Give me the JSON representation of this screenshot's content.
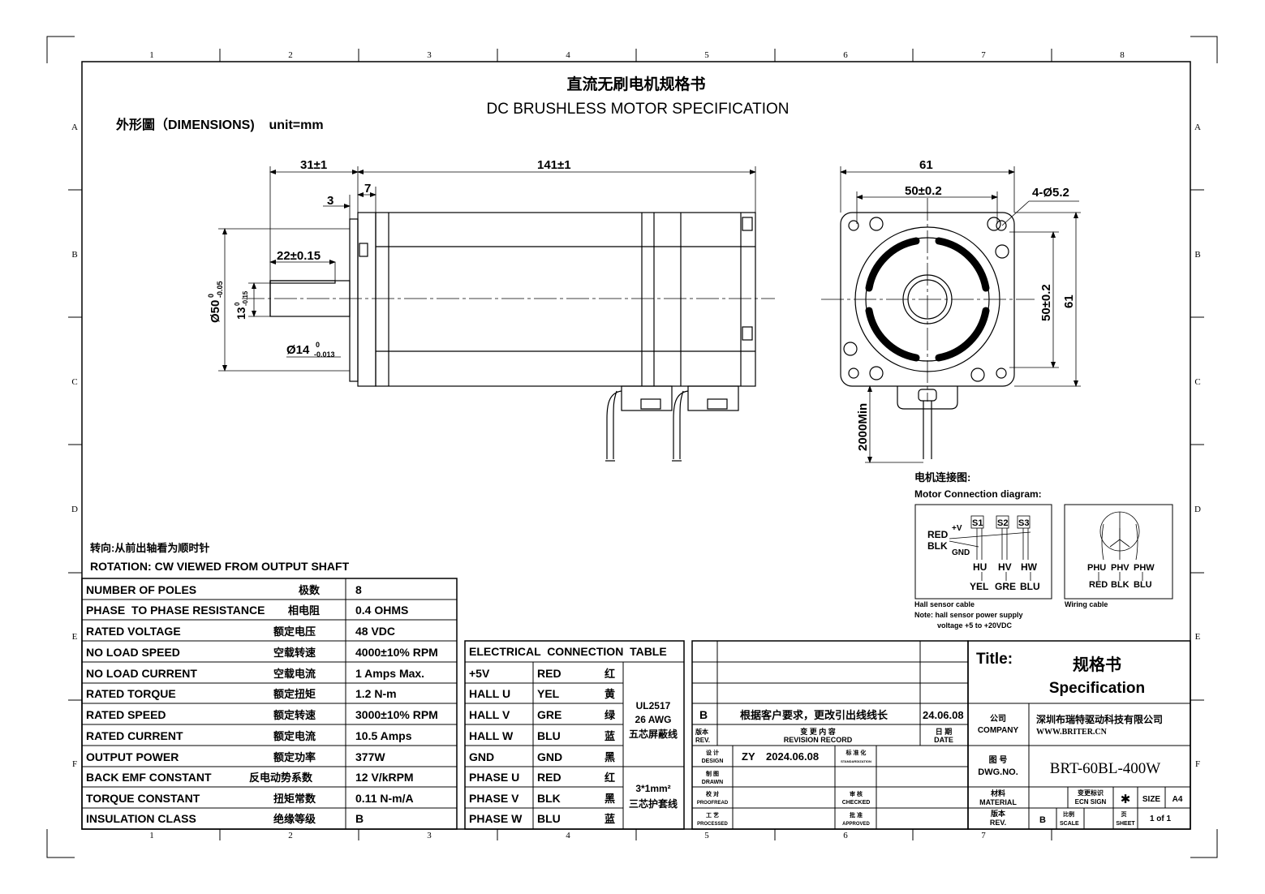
{
  "header": {
    "title_cn": "直流无刷电机规格书",
    "title_en": "DC BRUSHLESS MOTOR SPECIFICATION",
    "dimensions_label": "外形圖（DIMENSIONS)    unit=mm"
  },
  "grid": {
    "columns": [
      "1",
      "2",
      "3",
      "4",
      "5",
      "6",
      "7",
      "8"
    ],
    "rows": [
      "A",
      "B",
      "C",
      "D",
      "E",
      "F"
    ]
  },
  "dims": {
    "side": {
      "d31": "31±1",
      "d141": "141±1",
      "d3": "3",
      "d7": "7",
      "d22": "22±0.15",
      "dia50": "Ø50",
      "dia50_tol_top": "0",
      "dia50_tol_bot": "-0.05",
      "d13": "13",
      "d13_tol_top": "0",
      "d13_tol_bot": "-0.15",
      "dia14": "Ø14",
      "dia14_tol_top": "0",
      "dia14_tol_bot": "-0.013"
    },
    "front": {
      "d61w": "61",
      "d50w": "50±0.2",
      "holes": "4-Ø5.2",
      "d50h": "50±0.2",
      "d61h": "61",
      "lead": "2000Min"
    }
  },
  "rotation": {
    "cn": "转向:从前出轴看为顺时针",
    "en": "ROTATION: CW VIEWED FROM OUTPUT SHAFT"
  },
  "connection": {
    "title_cn": "电机连接图:",
    "title_en": "Motor Connection diagram:",
    "hall": {
      "red": "RED",
      "blk": "BLK",
      "plus_v": "+V",
      "gnd": "GND",
      "s1": "S1",
      "s2": "S2",
      "s3": "S3",
      "hu": "HU",
      "hv": "HV",
      "hw": "HW",
      "yel": "YEL",
      "gre": "GRE",
      "blu": "BLU",
      "caption": "Hall sensor cable",
      "note1": "Note: hall sensor power supply",
      "note2": "voltage +5 to +20VDC"
    },
    "wiring": {
      "phu": "PHU",
      "phv": "PHV",
      "phw": "PHW",
      "red": "RED",
      "blk": "BLK",
      "blu": "BLU",
      "caption": "Wiring cable"
    }
  },
  "specs": [
    {
      "en": "NUMBER OF POLES",
      "cn": "极数",
      "val": "8"
    },
    {
      "en": "PHASE  TO PHASE RESISTANCE",
      "cn": "相电阻",
      "val": "0.4 OHMS"
    },
    {
      "en": "RATED VOLTAGE",
      "cn": "额定电压",
      "val": "48 VDC"
    },
    {
      "en": "NO LOAD SPEED",
      "cn": "空载转速",
      "val": "4000±10% RPM"
    },
    {
      "en": "NO LOAD CURRENT",
      "cn": "空载电流",
      "val": "1 Amps Max."
    },
    {
      "en": "RATED TORQUE",
      "cn": "额定扭矩",
      "val": "1.2 N-m"
    },
    {
      "en": "RATED SPEED",
      "cn": "额定转速",
      "val": "3000±10% RPM"
    },
    {
      "en": "RATED CURRENT",
      "cn": "额定电流",
      "val": "10.5 Amps"
    },
    {
      "en": "OUTPUT POWER",
      "cn": "额定功率",
      "val": "377W"
    },
    {
      "en": "BACK EMF CONSTANT",
      "cn": "反电动势系数",
      "val": "12 V/kRPM"
    },
    {
      "en": "TORQUE CONSTANT",
      "cn": "扭矩常数",
      "val": "0.11 N-m/A"
    },
    {
      "en": "INSULATION CLASS",
      "cn": "绝缘等级",
      "val": "B"
    }
  ],
  "electrical": {
    "title": "ELECTRICAL  CONNECTION  TABLE",
    "rows": [
      {
        "sig": "+5V",
        "col": "RED",
        "cn": "红"
      },
      {
        "sig": "HALL U",
        "col": "YEL",
        "cn": "黄"
      },
      {
        "sig": "HALL V",
        "col": "GRE",
        "cn": "绿"
      },
      {
        "sig": "HALL W",
        "col": "BLU",
        "cn": "蓝"
      },
      {
        "sig": "GND",
        "col": "GND",
        "cn": "黑"
      },
      {
        "sig": "PHASE U",
        "col": "RED",
        "cn": "红"
      },
      {
        "sig": "PHASE V",
        "col": "BLK",
        "cn": "黑"
      },
      {
        "sig": "PHASE W",
        "col": "BLU",
        "cn": "蓝"
      }
    ],
    "cable1": [
      "UL2517",
      "26 AWG",
      "五芯屏蔽线"
    ],
    "cable2": [
      "3*1mm²",
      "三芯护套线"
    ]
  },
  "revision": {
    "rev": "B",
    "desc": "根据客户要求，更改引出线线长",
    "date": "24.06.08",
    "rev_cn": "版本",
    "rev_en": "REV.",
    "record_cn": "变 更 内 容",
    "record_en": "REVISION RECORD",
    "date_cn": "日 期",
    "date_en": "DATE",
    "design_cn": "设 计",
    "design_en": "DESIGN",
    "designer": "ZY",
    "design_date": "2024.06.08",
    "std_cn": "标 准 化",
    "std_en": "STANDARDIZATION",
    "drawn_cn": "制 图",
    "drawn_en": "DRAWN",
    "proof_cn": "校 对",
    "proof_en": "PROOFREAD",
    "checked_cn": "审 核",
    "checked_en": "CHECKED",
    "proc_cn": "工 艺",
    "proc_en": "PROCESSED",
    "appr_cn": "批 准",
    "appr_en": "APPROVED"
  },
  "titleblock": {
    "title_label": "Title:",
    "title_cn": "规格书",
    "title_en": "Specification",
    "company_cn": "公司",
    "company_en": "COMPANY",
    "company_name": "深圳布瑞特驱动科技有限公司",
    "company_url": "WWW.BRITER.CN",
    "dwg_cn": "图 号",
    "dwg_en": "DWG.NO.",
    "dwg_no": "BRT-60BL-400W",
    "mat_cn": "材料",
    "mat_en": "MATERIAL",
    "ecn_cn": "变更标识",
    "ecn_en": "ECN SIGN",
    "ecn_mark": "✱",
    "size_label": "SIZE",
    "size": "A4",
    "rev_cn": "版本",
    "rev_en": "REV.",
    "rev": "B",
    "scale_cn": "比例",
    "scale_en": "SCALE",
    "sheet_cn": "页",
    "sheet_en": "SHEET",
    "sheet": "1 of 1"
  }
}
